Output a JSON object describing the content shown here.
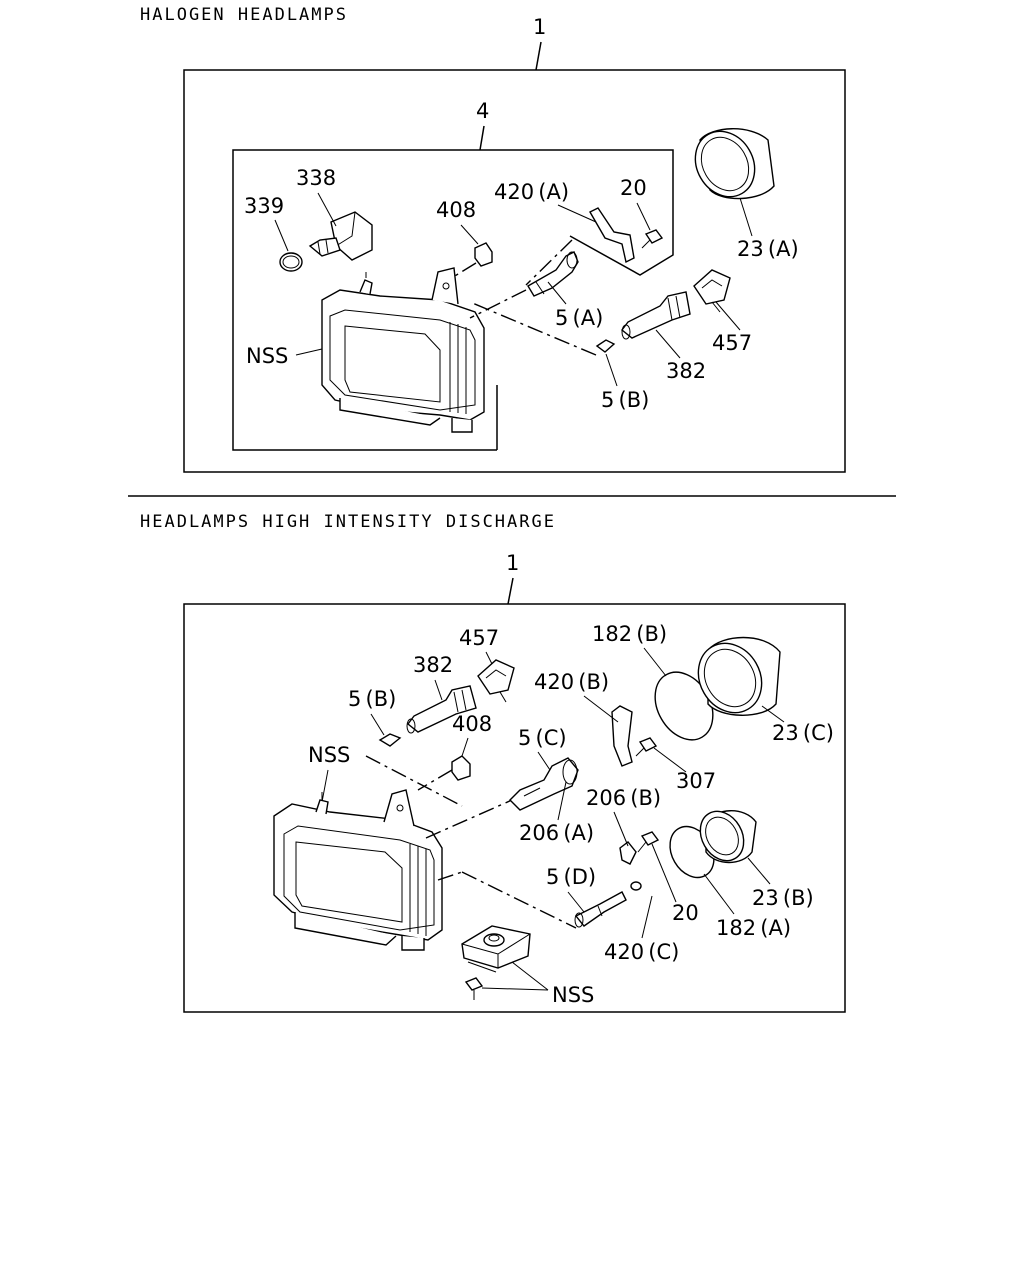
{
  "sections": [
    {
      "title": "HALOGEN HEADLAMPS",
      "assembly_no": "1",
      "subassembly_no": "4",
      "callouts": {
        "c338": "338",
        "c339": "339",
        "c408": "408",
        "c420a": "420 (A)",
        "c20": "20",
        "c23a": "23 (A)",
        "c5a": "5 (A)",
        "c457": "457",
        "c382": "382",
        "c5b": "5 (B)",
        "nss": "NSS"
      }
    },
    {
      "title": "HEADLAMPS HIGH INTENSITY DISCHARGE",
      "assembly_no": "1",
      "callouts": {
        "c457": "457",
        "c382": "382",
        "c182b": "182 (B)",
        "c420b": "420 (B)",
        "c5b": "5 (B)",
        "c408": "408",
        "c5c": "5 (C)",
        "nss1": "NSS",
        "c23c": "23 (C)",
        "c307": "307",
        "c206b": "206 (B)",
        "c206a": "206 (A)",
        "c5d": "5 (D)",
        "c20": "20",
        "c182a": "182 (A)",
        "c23b": "23 (B)",
        "c420c": "420 (C)",
        "nss2": "NSS"
      }
    }
  ]
}
